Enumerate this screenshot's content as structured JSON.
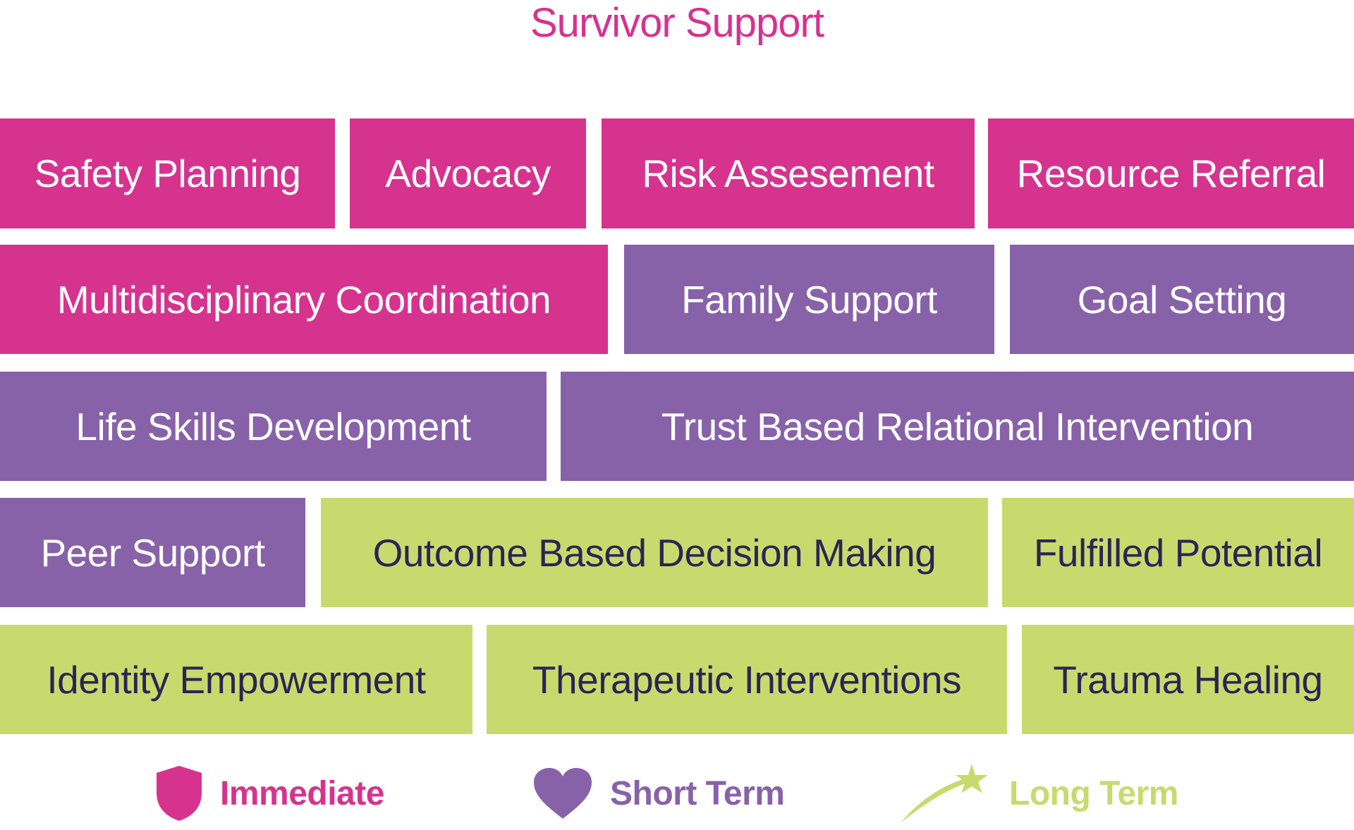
{
  "title": "Survivor Support",
  "colors": {
    "immediate": "#d6338f",
    "short_term": "#8762a9",
    "long_term": "#c8da6d",
    "dark_text": "#2c2455"
  },
  "rows": [
    [
      {
        "label": "Safety Planning",
        "category": "immediate"
      },
      {
        "label": "Advocacy",
        "category": "immediate"
      },
      {
        "label": "Risk Assesement",
        "category": "immediate"
      },
      {
        "label": "Resource Referral",
        "category": "immediate"
      }
    ],
    [
      {
        "label": "Multidisciplinary Coordination",
        "category": "immediate"
      },
      {
        "label": "Family Support",
        "category": "short"
      },
      {
        "label": "Goal Setting",
        "category": "short"
      }
    ],
    [
      {
        "label": "Life Skills Development",
        "category": "short"
      },
      {
        "label": "Trust Based Relational Intervention",
        "category": "short"
      }
    ],
    [
      {
        "label": "Peer Support",
        "category": "short"
      },
      {
        "label": "Outcome Based Decision Making",
        "category": "long"
      },
      {
        "label": "Fulfilled Potential",
        "category": "long"
      }
    ],
    [
      {
        "label": "Identity Empowerment",
        "category": "long"
      },
      {
        "label": "Therapeutic Interventions",
        "category": "long"
      },
      {
        "label": "Trauma Healing",
        "category": "long"
      }
    ]
  ],
  "legend": [
    {
      "label": "Immediate",
      "icon": "shield-icon",
      "category": "immediate"
    },
    {
      "label": "Short Term",
      "icon": "heart-icon",
      "category": "short"
    },
    {
      "label": "Long Term",
      "icon": "shooting-star-icon",
      "category": "long"
    }
  ]
}
